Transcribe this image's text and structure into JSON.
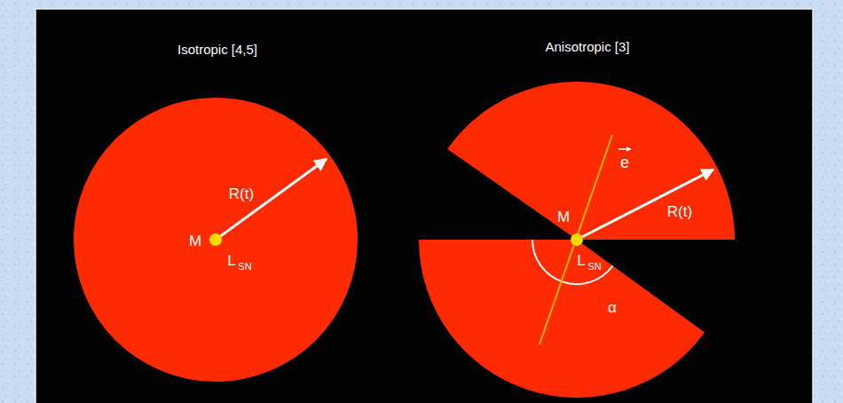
{
  "diagram": {
    "labels": [
      "Isotropic [4,5]",
      "Anisotropic [3]",
      "R(t)",
      "M",
      "L",
      "SN",
      "R(t)",
      "M",
      "e",
      "L",
      "SN",
      "α"
    ]
  }
}
